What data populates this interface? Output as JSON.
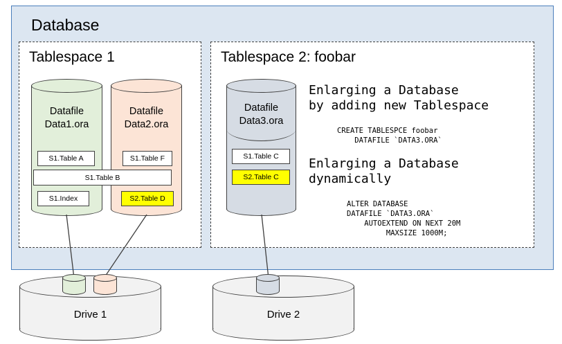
{
  "diagram": {
    "title": "Database",
    "tablespaces": [
      {
        "id": "ts1",
        "title": "Tablespace 1",
        "datafiles": [
          {
            "name_line1": "Datafile",
            "name_line2": "Data1.ora",
            "color": "#e2efda",
            "items": [
              {
                "label": "S1.Table A",
                "highlight": false
              },
              {
                "label": "S1.Index",
                "highlight": false
              }
            ]
          },
          {
            "name_line1": "Datafile",
            "name_line2": "Data2.ora",
            "color": "#fce4d6",
            "items": [
              {
                "label": "S1.Table F",
                "highlight": false
              },
              {
                "label": "S2.Table D",
                "highlight": true
              }
            ]
          }
        ],
        "spanning_item": {
          "label": "S1.Table B",
          "highlight": false
        }
      },
      {
        "id": "ts2",
        "title": "Tablespace 2: foobar",
        "datafiles": [
          {
            "name_line1": "Datafile",
            "name_line2": "Data3.ora",
            "color": "#d6dce4",
            "items": [
              {
                "label": "S1.Table C",
                "highlight": false
              },
              {
                "label": "S2.Table C",
                "highlight": true
              }
            ]
          }
        ]
      }
    ],
    "notes": [
      {
        "heading": "Enlarging a Database\nby adding new Tablespace",
        "sql": "CREATE TABLESPCE foobar\n    DATAFILE `DATA3.ORA`"
      },
      {
        "heading": "Enlarging a Database\ndynamically",
        "sql": "ALTER DATABASE\nDATAFILE `DATA3.ORA`\n    AUTOEXTEND ON NEXT 20M\n         MAXSIZE 1000M;"
      }
    ],
    "drives": [
      {
        "label": "Drive 1"
      },
      {
        "label": "Drive 2"
      }
    ],
    "colors": {
      "database_fill": "#dce6f1",
      "database_border": "#4a7ebb",
      "highlight": "#ffff00",
      "outline": "#3f3f3f",
      "drive_fill": "#f2f2f2"
    }
  }
}
